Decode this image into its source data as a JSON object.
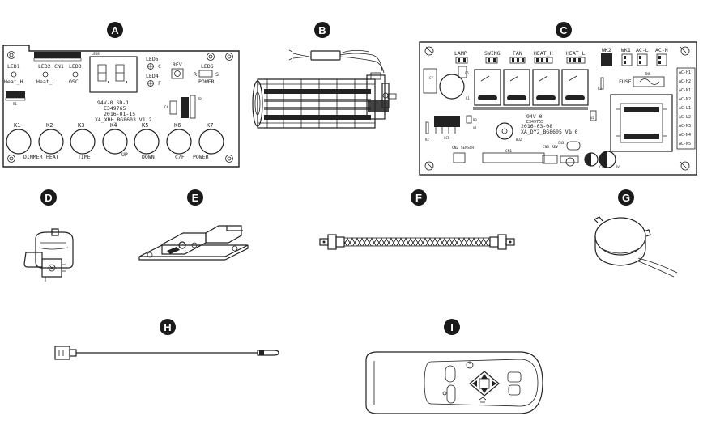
{
  "badges": {
    "a": "A",
    "b": "B",
    "c": "C",
    "d": "D",
    "e": "E",
    "f": "F",
    "g": "G",
    "h": "H",
    "i": "I"
  },
  "board_a": {
    "leds": [
      "LED1",
      "LED2",
      "CN1",
      "LED3",
      "LED5",
      "LED4",
      "LED6",
      "REV"
    ],
    "led_captions": [
      "Heat_H",
      "Heat_L",
      "OSC",
      "C",
      "F",
      "POWER",
      "R",
      "S"
    ],
    "part_codes": [
      "LED8",
      "R1",
      "C4",
      "JR"
    ],
    "cert": [
      "94V-0 SD-1",
      "E349765",
      "2016-01-15",
      "XA_XBH_BG8603 V1.2"
    ],
    "keys": [
      "K1",
      "K2",
      "K3",
      "K4",
      "K5",
      "K6",
      "K7"
    ],
    "key_labels": [
      "DIMMER",
      "HEAT",
      "TIME",
      "UP",
      "DOWN",
      "C/F",
      "POWER"
    ]
  },
  "board_c": {
    "top_labels": [
      "LAMP",
      "SWING",
      "FAN",
      "HEAT_H",
      "HEAT_L",
      "WK2",
      "WK1",
      "AC-L",
      "AC-N"
    ],
    "side_labels": [
      "AC-H1",
      "AC-H2",
      "AC-N1",
      "AC-N2",
      "AC-L1",
      "AC-L2",
      "AC-N3",
      "AC-N4",
      "AC-N5"
    ],
    "misc": [
      "FUSE",
      "ZNR",
      "R2",
      "R3",
      "U1",
      "U2",
      "SCR",
      "BUZ",
      "CN1",
      "CN2",
      "CN3",
      "J1",
      "J2",
      "C7",
      "C5",
      "C1",
      "L1",
      "RV",
      "CN2 SENSOR",
      "CN3 REV"
    ],
    "cert": [
      "94V-0",
      "E349765",
      "2016-03-08",
      "XA_DY2_BG8605 V1.0"
    ]
  },
  "colors": {
    "ink": "#222222",
    "badge": "#1a1a1a"
  }
}
